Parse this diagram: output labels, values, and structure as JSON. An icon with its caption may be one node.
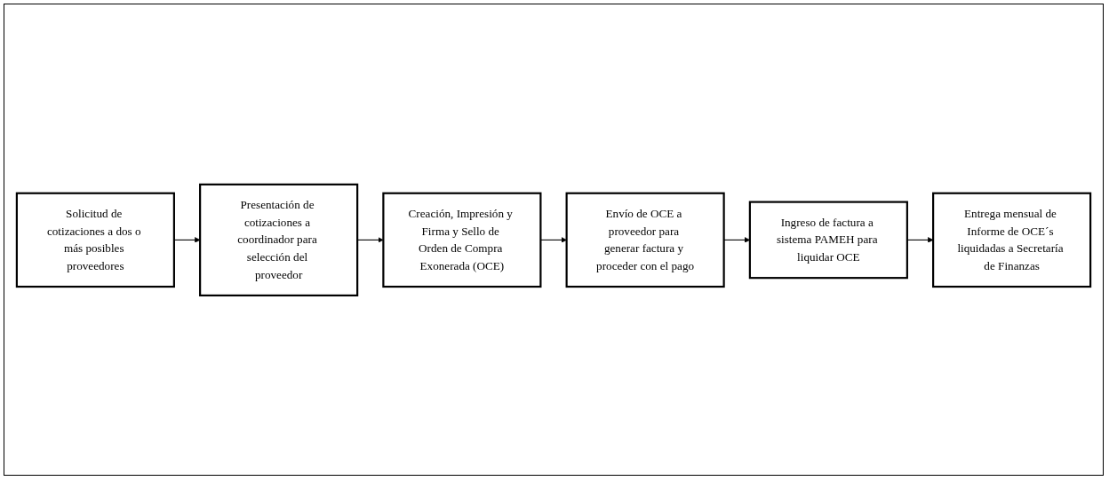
{
  "diagram": {
    "nodes": [
      {
        "text": [
          "Solicitud de cotizaciones a dos o más posibles proveedores"
        ]
      },
      {
        "text": [
          "Presentación de cotizaciones a coordinador para selección del proveedor"
        ]
      },
      {
        "text": [
          "Creación, Impresión y Firma y Sello de Orden de Compra Exonerada (OCE)"
        ]
      },
      {
        "text": [
          "Envío de OCE a proveedor para generar factura y proceder con el pago"
        ]
      },
      {
        "text": [
          "Ingreso de factura a sistema PAMEH para liquidar OCE"
        ]
      },
      {
        "text": [
          "Entrega mensual de Informe de OCE´s liquidadas a Secretaría de Finanzas"
        ]
      }
    ],
    "edges": [
      {
        "from": 0,
        "to": 1,
        "arrow": "to"
      },
      {
        "from": 1,
        "to": 2,
        "arrow": "to"
      },
      {
        "from": 2,
        "to": 3,
        "arrow": "to"
      },
      {
        "from": 3,
        "to": 4,
        "arrow": "to"
      },
      {
        "from": 4,
        "to": 5,
        "arrow": "to"
      }
    ]
  }
}
